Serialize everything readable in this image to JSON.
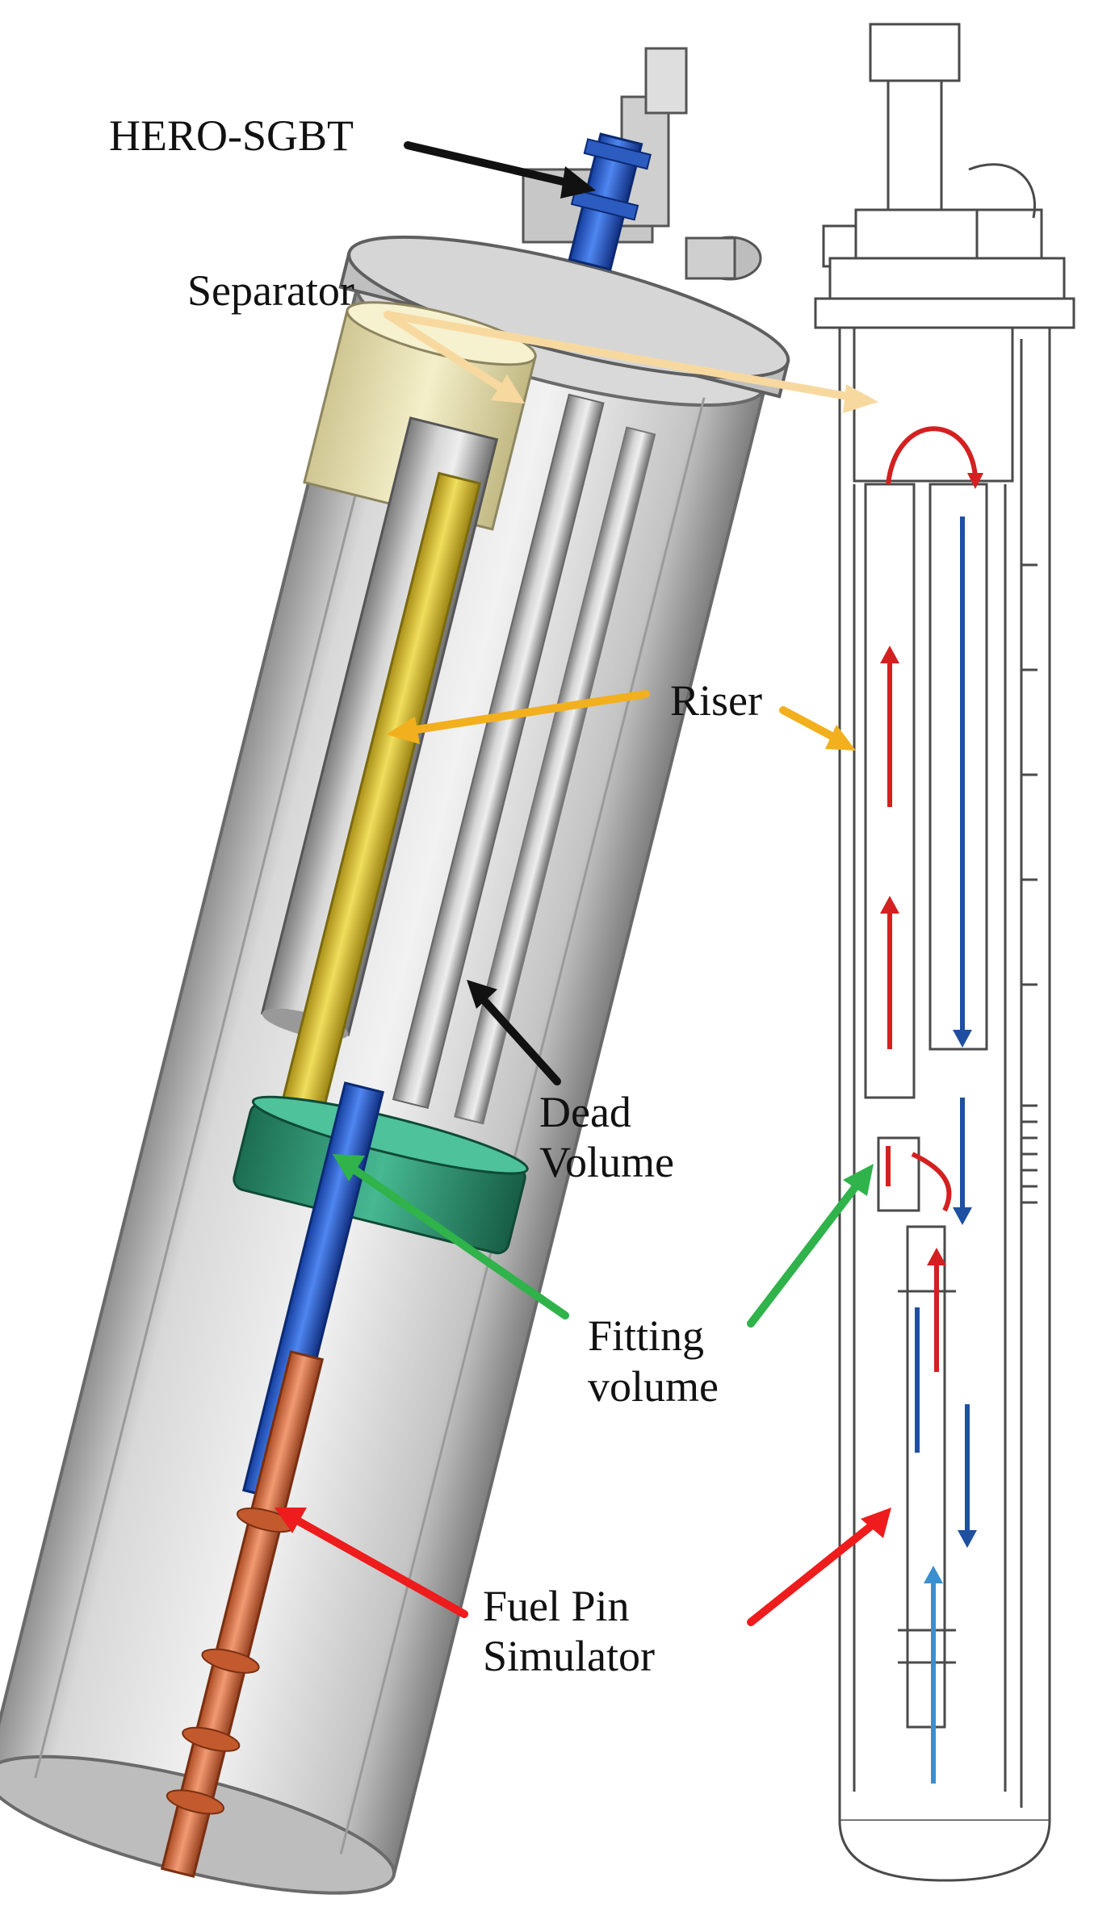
{
  "figure": {
    "colors": {
      "arrow_black": "#111111",
      "arrow_separator": "#f7d9a0",
      "arrow_riser": "#f2b01e",
      "arrow_fitting": "#2fb34a",
      "arrow_fuel": "#ee1c1c",
      "flow_up": "#d42020",
      "flow_down": "#1f4fa0",
      "flow_inlet": "#3a8fd0",
      "separator_body": "#ece6b6",
      "riser_tube": "#e3c83a",
      "hero_sgbt": "#2a5fc4",
      "downcomer_tube": "#2f63d6",
      "fitting_block": "#2f9a78",
      "fuel_pin": "#e07548",
      "vessel_steel": "#cfcfcf"
    },
    "labels": {
      "hero_sgbt": "HERO-SGBT",
      "separator": "Separator",
      "riser": "Riser",
      "dead_volume": [
        "Dead",
        "Volume"
      ],
      "fitting_volume": [
        "Fitting",
        "volume"
      ],
      "fuel_pin_simulator": [
        "Fuel Pin",
        "Simulator"
      ]
    },
    "views": [
      {
        "name": "3D cut-away rendering",
        "icon": "vessel-3d-icon"
      },
      {
        "name": "2D section schematic with flow paths",
        "icon": "vessel-schematic-icon"
      }
    ]
  }
}
